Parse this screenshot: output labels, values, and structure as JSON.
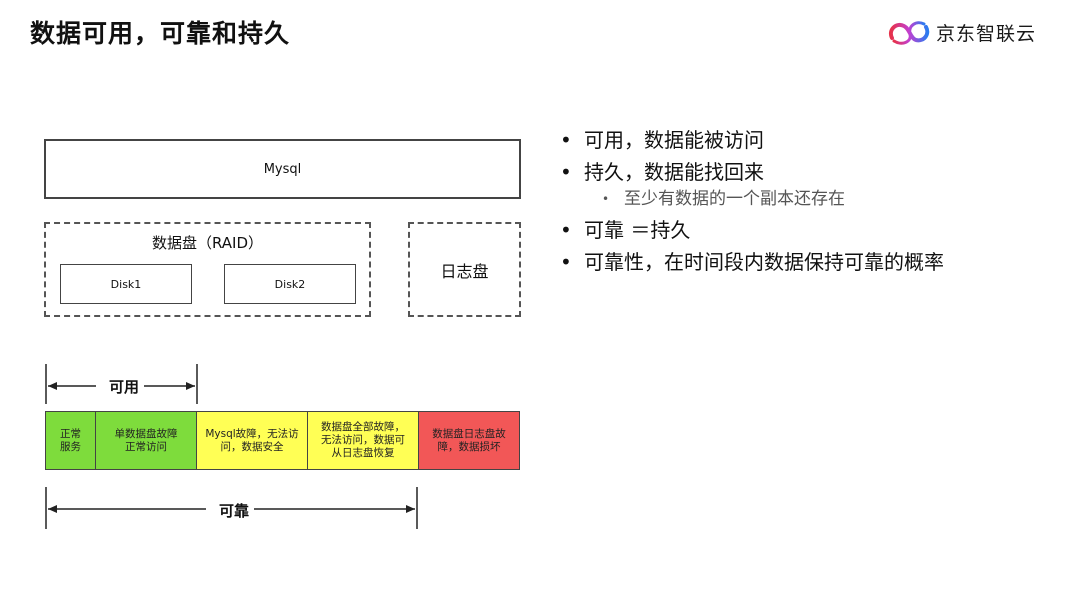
{
  "slide": {
    "title": "数据可用，可靠和持久",
    "logo_text": "京东智联云"
  },
  "diagram": {
    "mysql_label": "Mysql",
    "data_disk_label": "数据盘（RAID）",
    "disk1": "Disk1",
    "disk2": "Disk2",
    "log_disk_label": "日志盘",
    "availability_label": "可用",
    "reliability_label": "可靠",
    "states": [
      {
        "text": "正常服务",
        "color": "#7edc3c"
      },
      {
        "text": "单数据盘故障正常访问",
        "color": "#7edc3c"
      },
      {
        "text": "Mysql故障，无法访问，数据安全",
        "color": "#ffff55"
      },
      {
        "text": "数据盘全部故障，无法访问，数据可从日志盘恢复",
        "color": "#ffff55"
      },
      {
        "text": "数据盘日志盘故障，数据损坏",
        "color": "#f25757"
      }
    ]
  },
  "bullets": {
    "b1": "可用，数据能被访问",
    "b2": "持久，数据能找回来",
    "b2_sub": "至少有数据的一个副本还存在",
    "b3": "可靠 ＝持久",
    "b4": "可靠性，在时间段内数据保持可靠的概率"
  }
}
